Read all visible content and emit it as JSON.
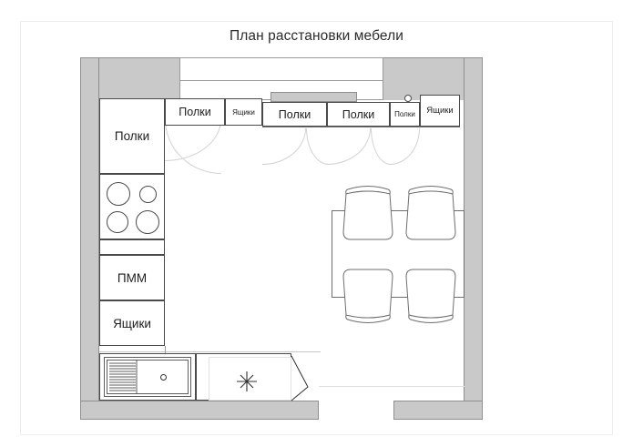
{
  "title": "План расстановки мебели",
  "plan": {
    "type": "kitchen-floor-plan",
    "walls_color": "#c9c9c9",
    "line_color": "#4a4a4a",
    "arc_color": "#d2d2d2",
    "upper_cabinets": [
      {
        "label": "Полки",
        "size": "lg"
      },
      {
        "label": "Ящики",
        "size": "sm"
      },
      {
        "label": "Полки",
        "size": "md"
      },
      {
        "label": "Полки",
        "size": "md"
      },
      {
        "label": "Полки",
        "size": "xs"
      },
      {
        "label": "Ящики",
        "size": "sm"
      }
    ],
    "left_column": [
      {
        "label": "Полки",
        "size": "lg"
      },
      {
        "label": "",
        "size": "md"
      },
      {
        "label": "ПММ",
        "size": "lg"
      },
      {
        "label": "Ящики",
        "size": "lg"
      }
    ],
    "appliances": {
      "cooktop_burners": 4,
      "dishwasher_label": "ПММ",
      "drawers_label": "Ящики",
      "shelves_label": "Полки",
      "sink": "sink-with-drainboard",
      "hood": "range-hood"
    },
    "dining": {
      "table": "rectangular-table",
      "chairs": 4
    },
    "openings": {
      "window": "top-wall-window",
      "door": "bottom-right-doorway"
    }
  }
}
